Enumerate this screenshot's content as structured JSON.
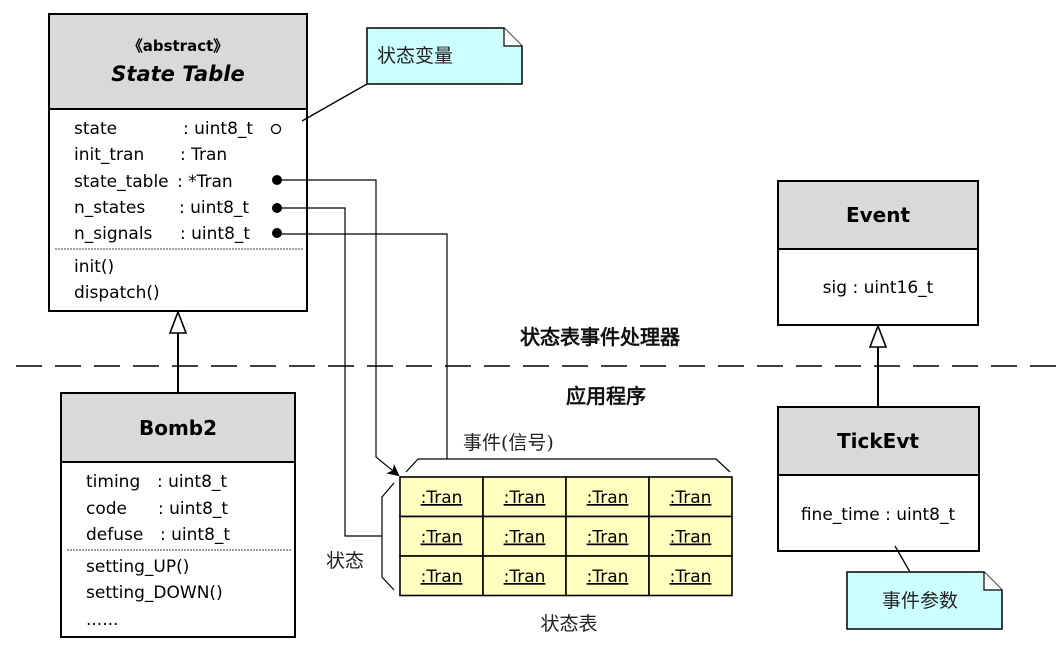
{
  "colors": {
    "header_fill": "#d9d9d9",
    "note_fill": "#ccffff",
    "cell_fill": "#ffffc0",
    "line": "#000000"
  },
  "layers": {
    "upper_label": "状态表事件处理器",
    "lower_label": "应用程序"
  },
  "state_table_class": {
    "stereotype": "《abstract》",
    "name": "State Table",
    "attributes": [
      {
        "name": "state",
        "type": ": uint8_t",
        "marker": "open-circle"
      },
      {
        "name": "init_tran",
        "type": ": Tran",
        "marker": "none"
      },
      {
        "name": "state_table",
        "type": ": *Tran",
        "marker": "filled-circle"
      },
      {
        "name": "n_states",
        "type": ": uint8_t",
        "marker": "filled-circle"
      },
      {
        "name": "n_signals",
        "type": ": uint8_t",
        "marker": "filled-circle"
      }
    ],
    "operations": [
      "init()",
      "dispatch()"
    ]
  },
  "state_var_note": {
    "text": "状态变量"
  },
  "bomb2_class": {
    "name": "Bomb2",
    "attributes": [
      {
        "name": "timing",
        "type": ": uint8_t"
      },
      {
        "name": "code",
        "type": ": uint8_t"
      },
      {
        "name": "defuse",
        "type": ": uint8_t"
      }
    ],
    "operations": [
      "setting_UP()",
      "setting_DOWN()",
      "......"
    ]
  },
  "event_class": {
    "name": "Event",
    "attributes": [
      "sig : uint16_t"
    ]
  },
  "tickevt_class": {
    "name": "TickEvt",
    "attributes": [
      "fine_time : uint8_t"
    ]
  },
  "event_param_note": {
    "text": "事件参数"
  },
  "state_table_grid": {
    "events_label": "事件(信号)",
    "states_label": "状态",
    "caption": "状态表",
    "rows": [
      [
        ":Tran",
        ":Tran",
        ":Tran",
        ":Tran"
      ],
      [
        ":Tran",
        ":Tran",
        ":Tran",
        ":Tran"
      ],
      [
        ":Tran",
        ":Tran",
        ":Tran",
        ":Tran"
      ]
    ]
  }
}
